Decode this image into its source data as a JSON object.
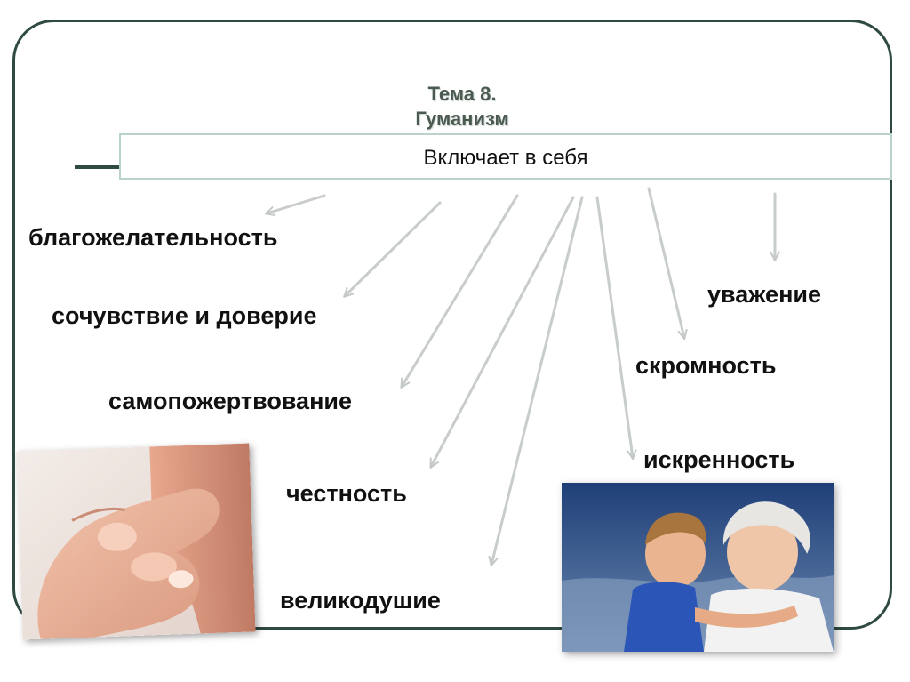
{
  "title": {
    "line1": "Тема 8.",
    "line2": "Гуманизм"
  },
  "header": {
    "label": "Включает в себя"
  },
  "terms": [
    "благожелательность",
    "сочувствие и доверие",
    "самопожертвование",
    "честность",
    "великодушие",
    "уважение",
    "скромность",
    "искренность"
  ],
  "colors": {
    "frame": "#2f4a3f",
    "box_border": "#b9d2ca",
    "arrow": "#c8cccc"
  }
}
